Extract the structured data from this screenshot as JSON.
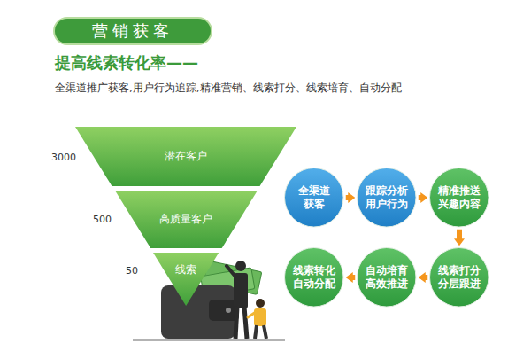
{
  "diagram": {
    "title": "营销获客",
    "nodes": [
      {
        "text": [
          "潜在客户"
        ]
      },
      {
        "text": [
          "高质量客户"
        ]
      },
      {
        "text": [
          "线索"
        ]
      },
      {
        "text": [
          "全渠道 获客"
        ]
      },
      {
        "text": [
          "跟踪分析 用户行为"
        ]
      },
      {
        "text": [
          "精准推送 兴趣内容"
        ]
      },
      {
        "text": [
          "线索打分 分层跟进"
        ]
      },
      {
        "text": [
          "自动培育 高效推进"
        ]
      },
      {
        "text": [
          "线索转化 自动分配"
        ]
      }
    ],
    "edges": [
      {
        "from": 3,
        "to": 4,
        "arrow": "to"
      },
      {
        "from": 4,
        "to": 5,
        "arrow": "to"
      },
      {
        "from": 5,
        "to": 6,
        "arrow": "to"
      },
      {
        "from": 6,
        "to": 7,
        "arrow": "to"
      },
      {
        "from": 7,
        "to": 8,
        "arrow": "to"
      }
    ],
    "labels": [
      "提高线索转化率——",
      "全渠道推广获客,用户行为追踪,精准营销、线索打分、线索培育、自动分配",
      "3000",
      "500",
      "50"
    ]
  }
}
